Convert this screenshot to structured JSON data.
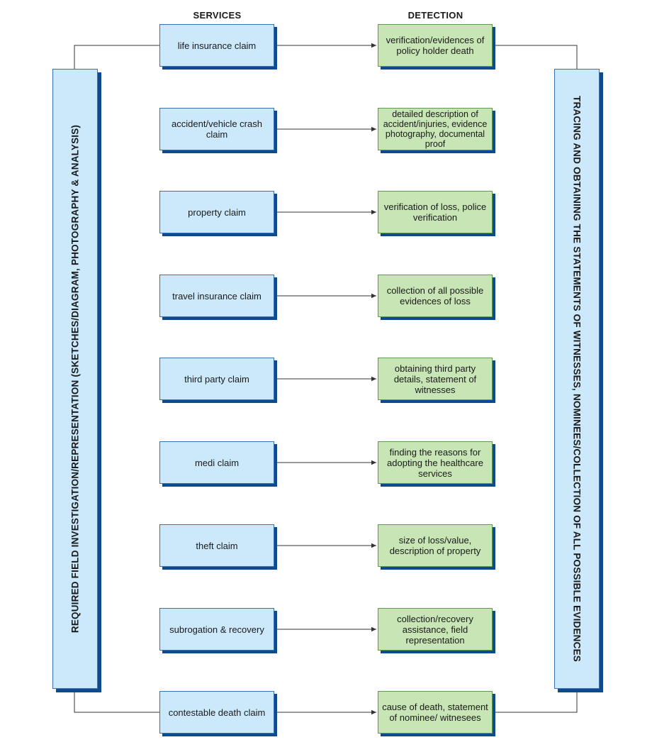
{
  "headers": {
    "services": "SERVICES",
    "detection": "DETECTION"
  },
  "left_bar": "REQUIRED FIELD INVESTIGATION/REPRESENTATION (SKETCHES/DIAGRAM, PHOTOGRAPHY & ANALYSIS)",
  "right_bar": "TRACING AND OBTAINING THE STATEMENTS OF WITNESSES, NOMINEES/COLLECTION OF ALL POSSIBLE EVIDENCES",
  "rows": [
    {
      "service": "life insurance claim",
      "detection": "verification/evidences of policy holder death"
    },
    {
      "service": "accident/vehicle crash claim",
      "detection": "detailed description of accident/injuries, evidence photography, documental proof"
    },
    {
      "service": "property claim",
      "detection": "verification of loss, police verification"
    },
    {
      "service": "travel insurance claim",
      "detection": "collection of all possible evidences of loss"
    },
    {
      "service": "third party claim",
      "detection": "obtaining third party details, statement of witnesses"
    },
    {
      "service": "medi claim",
      "detection": "finding the reasons for adopting the healthcare services"
    },
    {
      "service": "theft claim",
      "detection": "size of loss/value, description of property"
    },
    {
      "service": "subrogation & recovery",
      "detection": "collection/recovery assistance, field representation"
    },
    {
      "service": "contestable death claim",
      "detection": "cause of death, statement of nominee/ witnesees"
    }
  ],
  "colors": {
    "service_fill": "#cce9fb",
    "detection_fill": "#c8e5b5",
    "shadow": "#0e4a8e",
    "connector": "#333333"
  }
}
